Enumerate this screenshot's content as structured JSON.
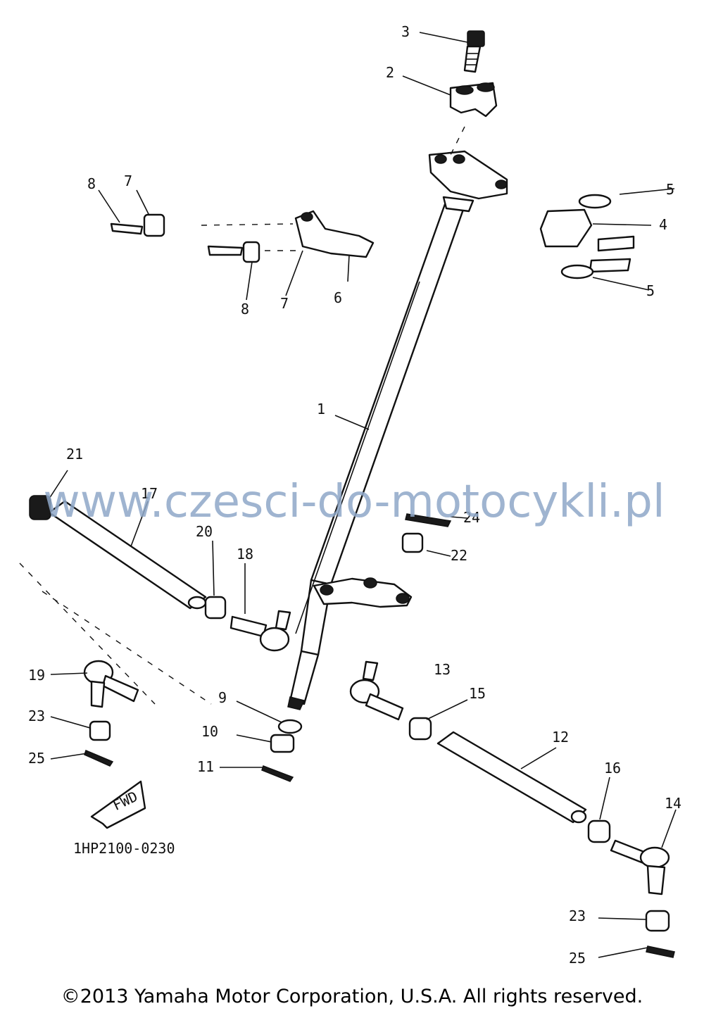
{
  "diagram": {
    "callouts": [
      "1",
      "2",
      "3",
      "4",
      "5",
      "5",
      "6",
      "7",
      "7",
      "8",
      "8",
      "9",
      "10",
      "11",
      "12",
      "13",
      "14",
      "15",
      "16",
      "17",
      "18",
      "19",
      "20",
      "21",
      "22",
      "23",
      "23",
      "24",
      "25",
      "25"
    ],
    "part_code": "1HP2100-0230",
    "fwd_mark": "FWD"
  },
  "watermark": "www.czesci-do-motocykli.pl",
  "copyright": "©2013 Yamaha Motor Corporation, U.S.A. All rights reserved."
}
